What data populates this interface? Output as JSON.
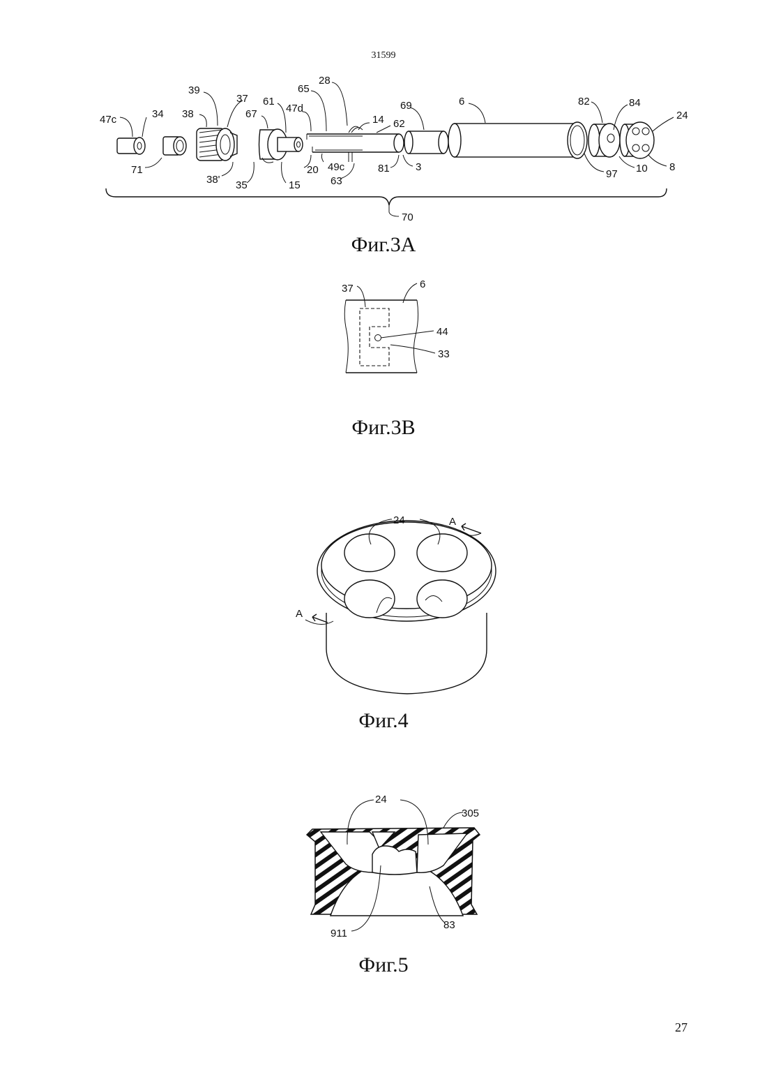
{
  "document": {
    "header_number": "31599",
    "page_number": "27"
  },
  "figures": {
    "fig3a": {
      "caption": "Фиг.3А",
      "labels": [
        "47c",
        "34",
        "71",
        "39",
        "37",
        "38",
        "38'",
        "35",
        "67",
        "61",
        "15",
        "47d",
        "65",
        "28",
        "14",
        "62",
        "20",
        "49c",
        "63",
        "69",
        "81",
        "3",
        "6",
        "97",
        "82",
        "84",
        "24",
        "10",
        "8",
        "70"
      ]
    },
    "fig3b": {
      "caption": "Фиг.3В",
      "labels": [
        "37",
        "6",
        "44",
        "33"
      ]
    },
    "fig4": {
      "caption": "Фиг.4",
      "labels": [
        "24",
        "A",
        "A"
      ]
    },
    "fig5": {
      "caption": "Фиг.5",
      "labels": [
        "24",
        "305",
        "911",
        "83"
      ]
    }
  }
}
